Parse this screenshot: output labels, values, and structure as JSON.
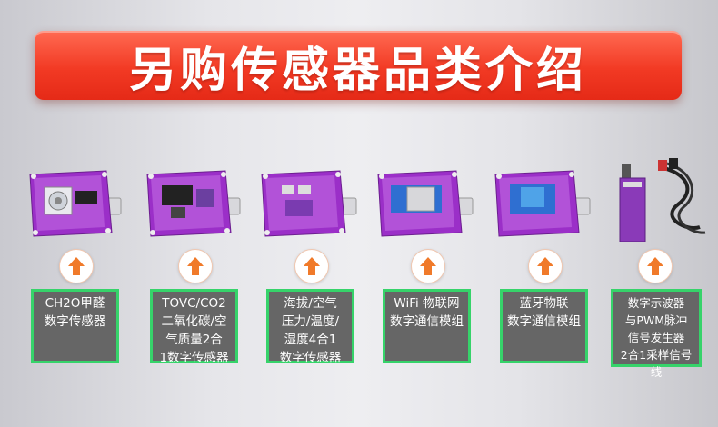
{
  "banner": {
    "title": "另购传感器品类介绍"
  },
  "colors": {
    "banner": "#f23a24",
    "label_bg": "#666666",
    "label_border": "#36d36a",
    "arrow": "#f07a2a",
    "board": "#9b2fc8"
  },
  "products": [
    {
      "label": "CH2O甲醛\n数字传感器",
      "module_icon": "sensor-grid-icon"
    },
    {
      "label": "TOVC/CO2\n二氧化碳/空\n气质量2合\n1数字传感器",
      "module_icon": "gas-sensor-icon"
    },
    {
      "label": "海拔/空气\n压力/温度/\n湿度4合1\n数字传感器",
      "module_icon": "env-sensor-icon"
    },
    {
      "label": "WiFi 物联网\n数字通信模组",
      "module_icon": "wifi-module-icon"
    },
    {
      "label": "蓝牙物联\n数字通信模组",
      "module_icon": "bluetooth-module-icon"
    },
    {
      "label": "数字示波器\n与PWM脉冲\n信号发生器\n2合1采样信号线",
      "module_icon": "probe-cable-icon"
    }
  ]
}
